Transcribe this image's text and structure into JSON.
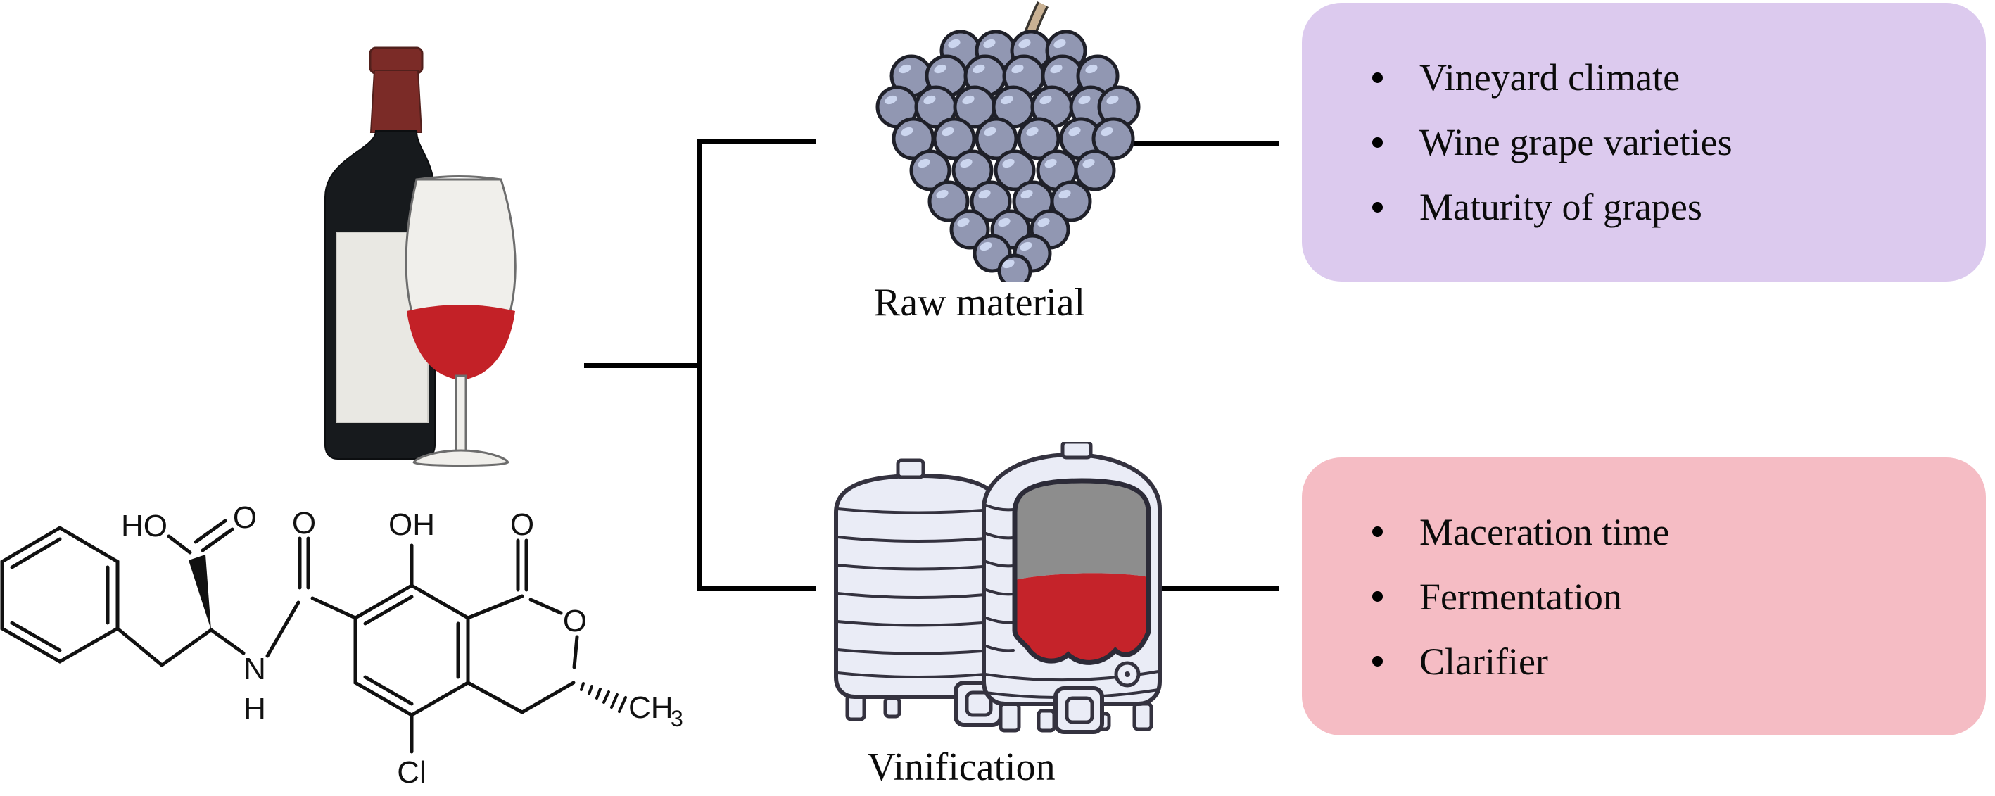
{
  "figure": {
    "type": "flow-diagram",
    "description_visible_text_only": true
  },
  "nodes": {
    "raw_material": {
      "label": "Raw material"
    },
    "vinification": {
      "label": "Vinification"
    }
  },
  "boxes": {
    "raw_factors": {
      "bg": "#dccaee",
      "items": [
        "Vineyard climate",
        "Wine grape varieties",
        "Maturity of grapes"
      ]
    },
    "vinification_factors": {
      "bg": "#f5bcc4",
      "items": [
        "Maceration time",
        "Fermentation",
        "Clarifier"
      ]
    }
  },
  "molecule": {
    "labels": {
      "ho": "HO",
      "o_acid": "O",
      "o_amide": "O",
      "n": "N",
      "h": "H",
      "oh": "OH",
      "o_lactone": "O",
      "o_ring": "O",
      "ch": "CH",
      "three": "3",
      "cl": "Cl"
    }
  },
  "colors": {
    "raw_factors_box": "#dccaee",
    "vinification_factors_box": "#f5bcc4",
    "wine_red": "#c32127",
    "tank_wine_red": "#c5232a",
    "tank_headspace_gray": "#8d8d8d",
    "bottle_glass_dark": "#171a1d",
    "bottle_cap_red": "#7b2b27",
    "bottle_label_cream": "#e9e8e3",
    "grape_blue": "#9197b2",
    "tank_body": "#eaecf6",
    "connector_black": "#000000"
  }
}
